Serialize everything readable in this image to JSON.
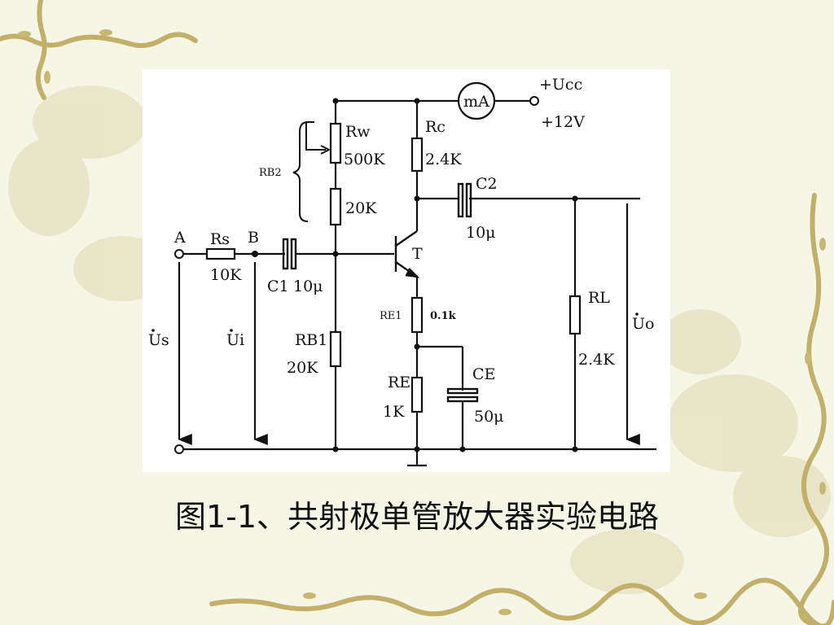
{
  "caption": "图1-1、共射极单管放大器实验电路",
  "circuit": {
    "meter": "mA",
    "supply": "+Ucc",
    "supply_voltage": "+12V",
    "node_a": "A",
    "node_b": "B",
    "rs_label": "Rs",
    "rs_value": "10K",
    "c1_label": "C1",
    "c1_value": "10μ",
    "rw_label": "Rw",
    "rw_value": "500K",
    "rb2_label": "RB2",
    "r20k_value": "20K",
    "rb1_label": "RB1",
    "rb1_value": "20K",
    "rc_label": "Rc",
    "rc_value": "2.4K",
    "c2_label": "C2",
    "c2_value": "10μ",
    "transistor_label": "T",
    "re1_label": "RE1",
    "re1_value": "0.1k",
    "re_label": "RE",
    "re_value": "1K",
    "ce_label": "CE",
    "ce_value": "50μ",
    "rl_label": "RL",
    "rl_value": "2.4K",
    "us_label": "Us",
    "ui_label": "Ui",
    "uo_label": "Uo"
  },
  "colors": {
    "background": "#f6f6e6",
    "vine": "#c9b873",
    "blossom": "#e0dcb8",
    "ink": "#111111"
  }
}
